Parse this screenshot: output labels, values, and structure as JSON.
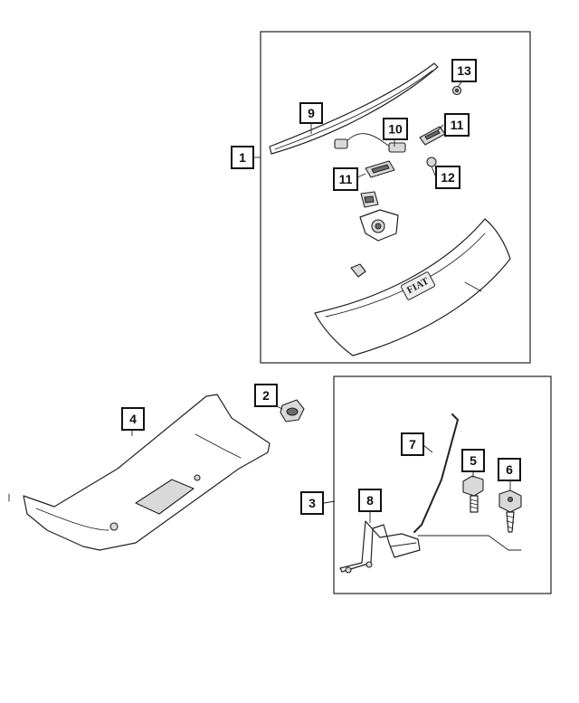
{
  "callouts": {
    "c1": "1",
    "c2": "2",
    "c3": "3",
    "c4": "4",
    "c5": "5",
    "c6": "6",
    "c7": "7",
    "c8": "8",
    "c9": "9",
    "c10": "10",
    "c11a": "11",
    "c11b": "11",
    "c12": "12",
    "c13": "13"
  },
  "logo_text": "FIAT"
}
